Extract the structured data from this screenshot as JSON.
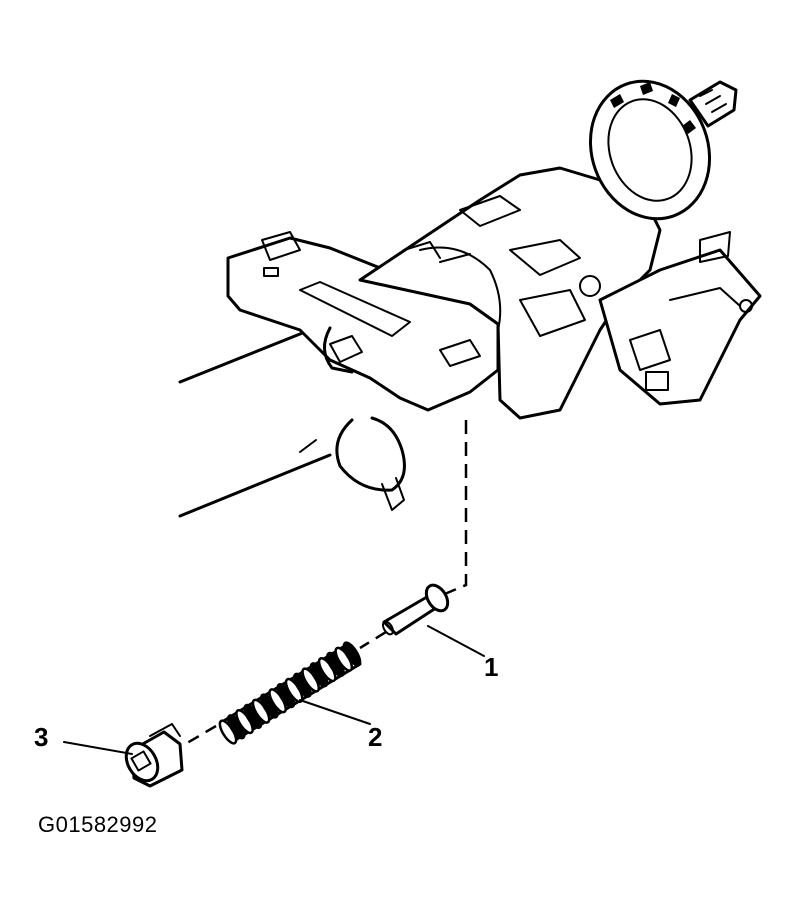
{
  "callouts": [
    {
      "label": "1"
    },
    {
      "label": "2"
    },
    {
      "label": "3"
    }
  ],
  "figure_id": "G01582992"
}
